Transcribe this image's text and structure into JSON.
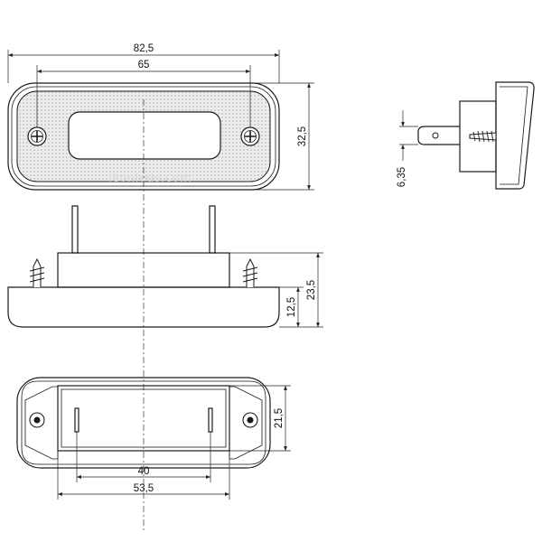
{
  "dimensions": {
    "overall_length": "82,5",
    "hole_spacing": "65",
    "overall_height": "32,5",
    "terminal_width": "6,35",
    "total_depth": "23,5",
    "base_height": "12,5",
    "rear_height": "21,5",
    "terminal_spacing": "40",
    "rear_length": "53,5"
  },
  "watermark": "leonleds.com",
  "colors": {
    "line": "#1a1a1a",
    "lens_fill": "#e6e6e6",
    "background": "#ffffff"
  }
}
